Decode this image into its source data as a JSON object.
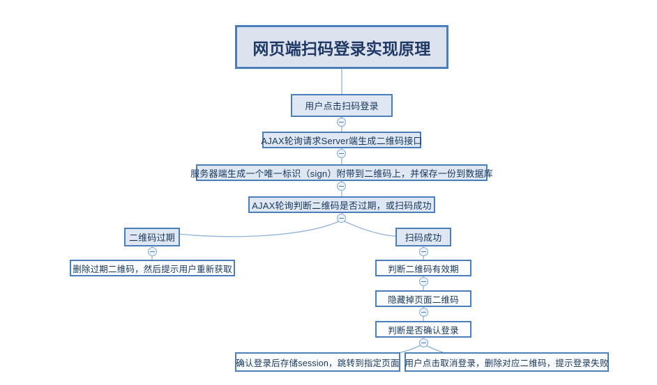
{
  "diagram": {
    "title": "网页端扫码登录实现原理",
    "type": "flowchart",
    "theme": {
      "border": "#4a7ebb",
      "root_fill": "#dce3ef",
      "branch_fill": "#dfe7f3",
      "leaf_fill": "#fbfcfe",
      "text": "#16365c",
      "title_text": "#1f3864",
      "connector": "#8fb3da",
      "background": "#ffffff"
    },
    "nodes": {
      "root": "网页端扫码登录实现原理",
      "step1": "用户点击扫码登录",
      "step2": "AJAX轮询请求Server端生成二维码接口",
      "step3": "服务器端生成一个唯一标识（sign）附带到二维码上，并保存一份到数据库",
      "step4": "AJAX轮询判断二维码是否过期，或扫码成功",
      "branch_expired": "二维码过期",
      "branch_success": "扫码成功",
      "expired_detail": "删除过期二维码，然后提示用户重新获取",
      "success_step1": "判断二维码有效期",
      "success_step2": "隐藏掉页面二维码",
      "success_step3": "判断是否确认登录",
      "confirm_login": "确认登录后存储session，跳转到指定页面",
      "cancel_login": "用户点击取消登录，删除对应二维码，提示登录失败"
    },
    "toggles": {
      "label": "collapse-toggle",
      "sign": "−"
    }
  }
}
